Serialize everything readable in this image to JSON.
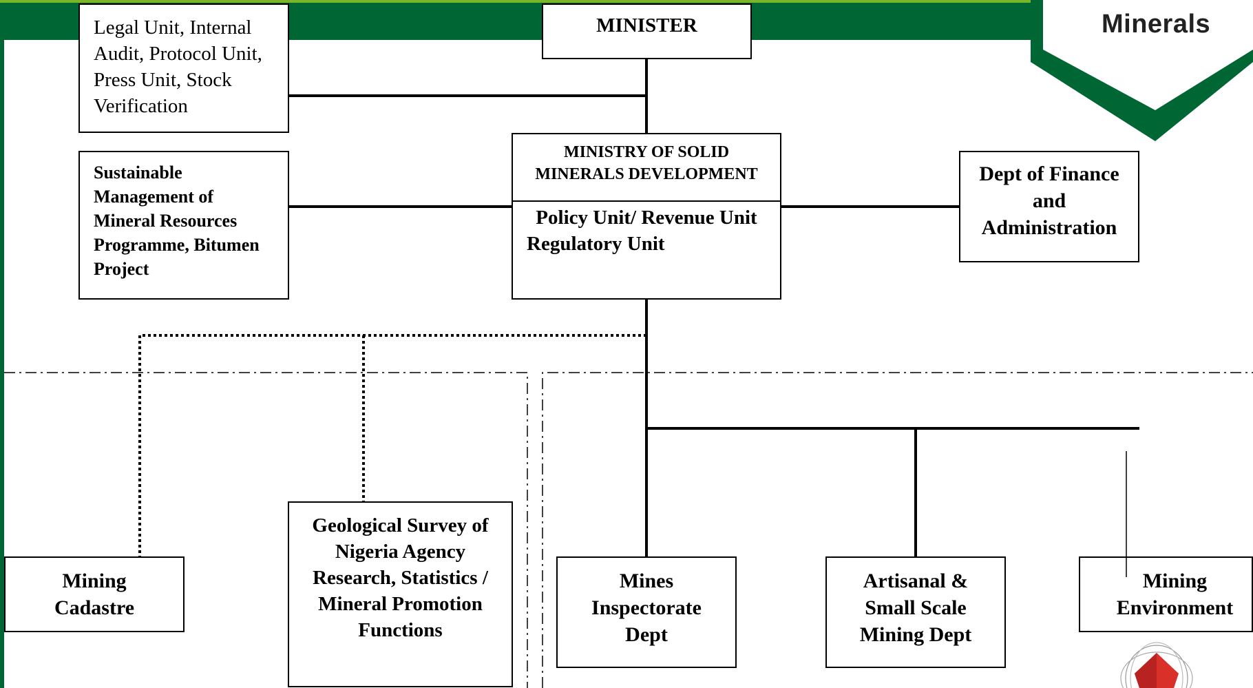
{
  "colors": {
    "header_green": "#006633",
    "header_accent": "#7ab62a",
    "line": "#000000",
    "logo_red": "#d9302a"
  },
  "logo": {
    "text": "Minerals",
    "icon": "gem-emblem-icon"
  },
  "org_chart": {
    "minister": "MINISTER",
    "support_units": "Legal Unit, Internal Audit, Protocol Unit, Press Unit, Stock Verification",
    "programmes": "Sustainable Management of Mineral Resources Programme, Bitumen Project",
    "ministry": {
      "title": "MINISTRY OF SOLID MINERALS DEVELOPMENT",
      "policy_unit": "Policy Unit/ Revenue Unit",
      "regulatory_unit": "Regulatory Unit"
    },
    "finance": "Dept of Finance and Administration",
    "mining_cadastre": "Mining Cadastre",
    "geological_survey": "Geological Survey of Nigeria Agency Research, Statistics / Mineral Promotion Functions",
    "mines_inspectorate": "Mines Inspectorate Dept",
    "artisanal": "Artisanal & Small Scale Mining Dept",
    "mining_environment": "Mining Environment"
  }
}
